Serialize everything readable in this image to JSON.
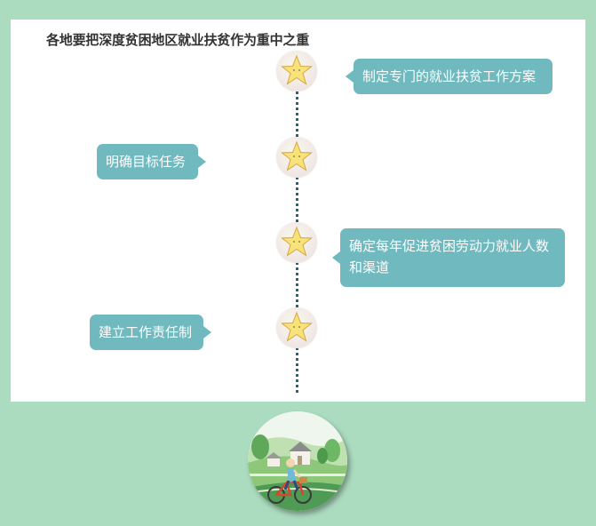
{
  "title": "各地要把深度贫困地区就业扶贫作为重中之重",
  "items": [
    {
      "text": "制定专门的就业扶贫工作方案"
    },
    {
      "text": "明确目标任务"
    },
    {
      "text": "确定每年促进贫困劳动力就业人数和渠道"
    },
    {
      "text": "建立工作责任制"
    }
  ],
  "icons": {
    "milestone": "star-icon",
    "illustration": "cyclist-village-illustration"
  },
  "colors": {
    "background": "#acdcc0",
    "bubble": "#6fb9bf",
    "timeline": "#1f6a78",
    "star": "#f8e27a"
  }
}
